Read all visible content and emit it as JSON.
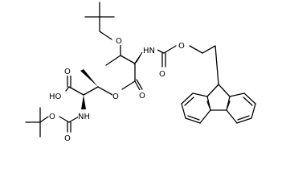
{
  "molecule": {
    "atom_labels": {
      "o_tbu_ether": "O",
      "n_fmoc": "HN",
      "o_fmoc_carbamate": "O",
      "o_fmoc_carbonyl": "O",
      "o_ester_link": "O",
      "o_ester_carbonyl": "O",
      "o_acid_carbonyl": "O",
      "o_acid_hydroxyl": "HO",
      "n_boc": "NH",
      "o_boc_carbamate": "O",
      "o_boc_carbonyl": "O"
    },
    "colors": {
      "bond": "#000000",
      "background": "#ffffff"
    }
  }
}
